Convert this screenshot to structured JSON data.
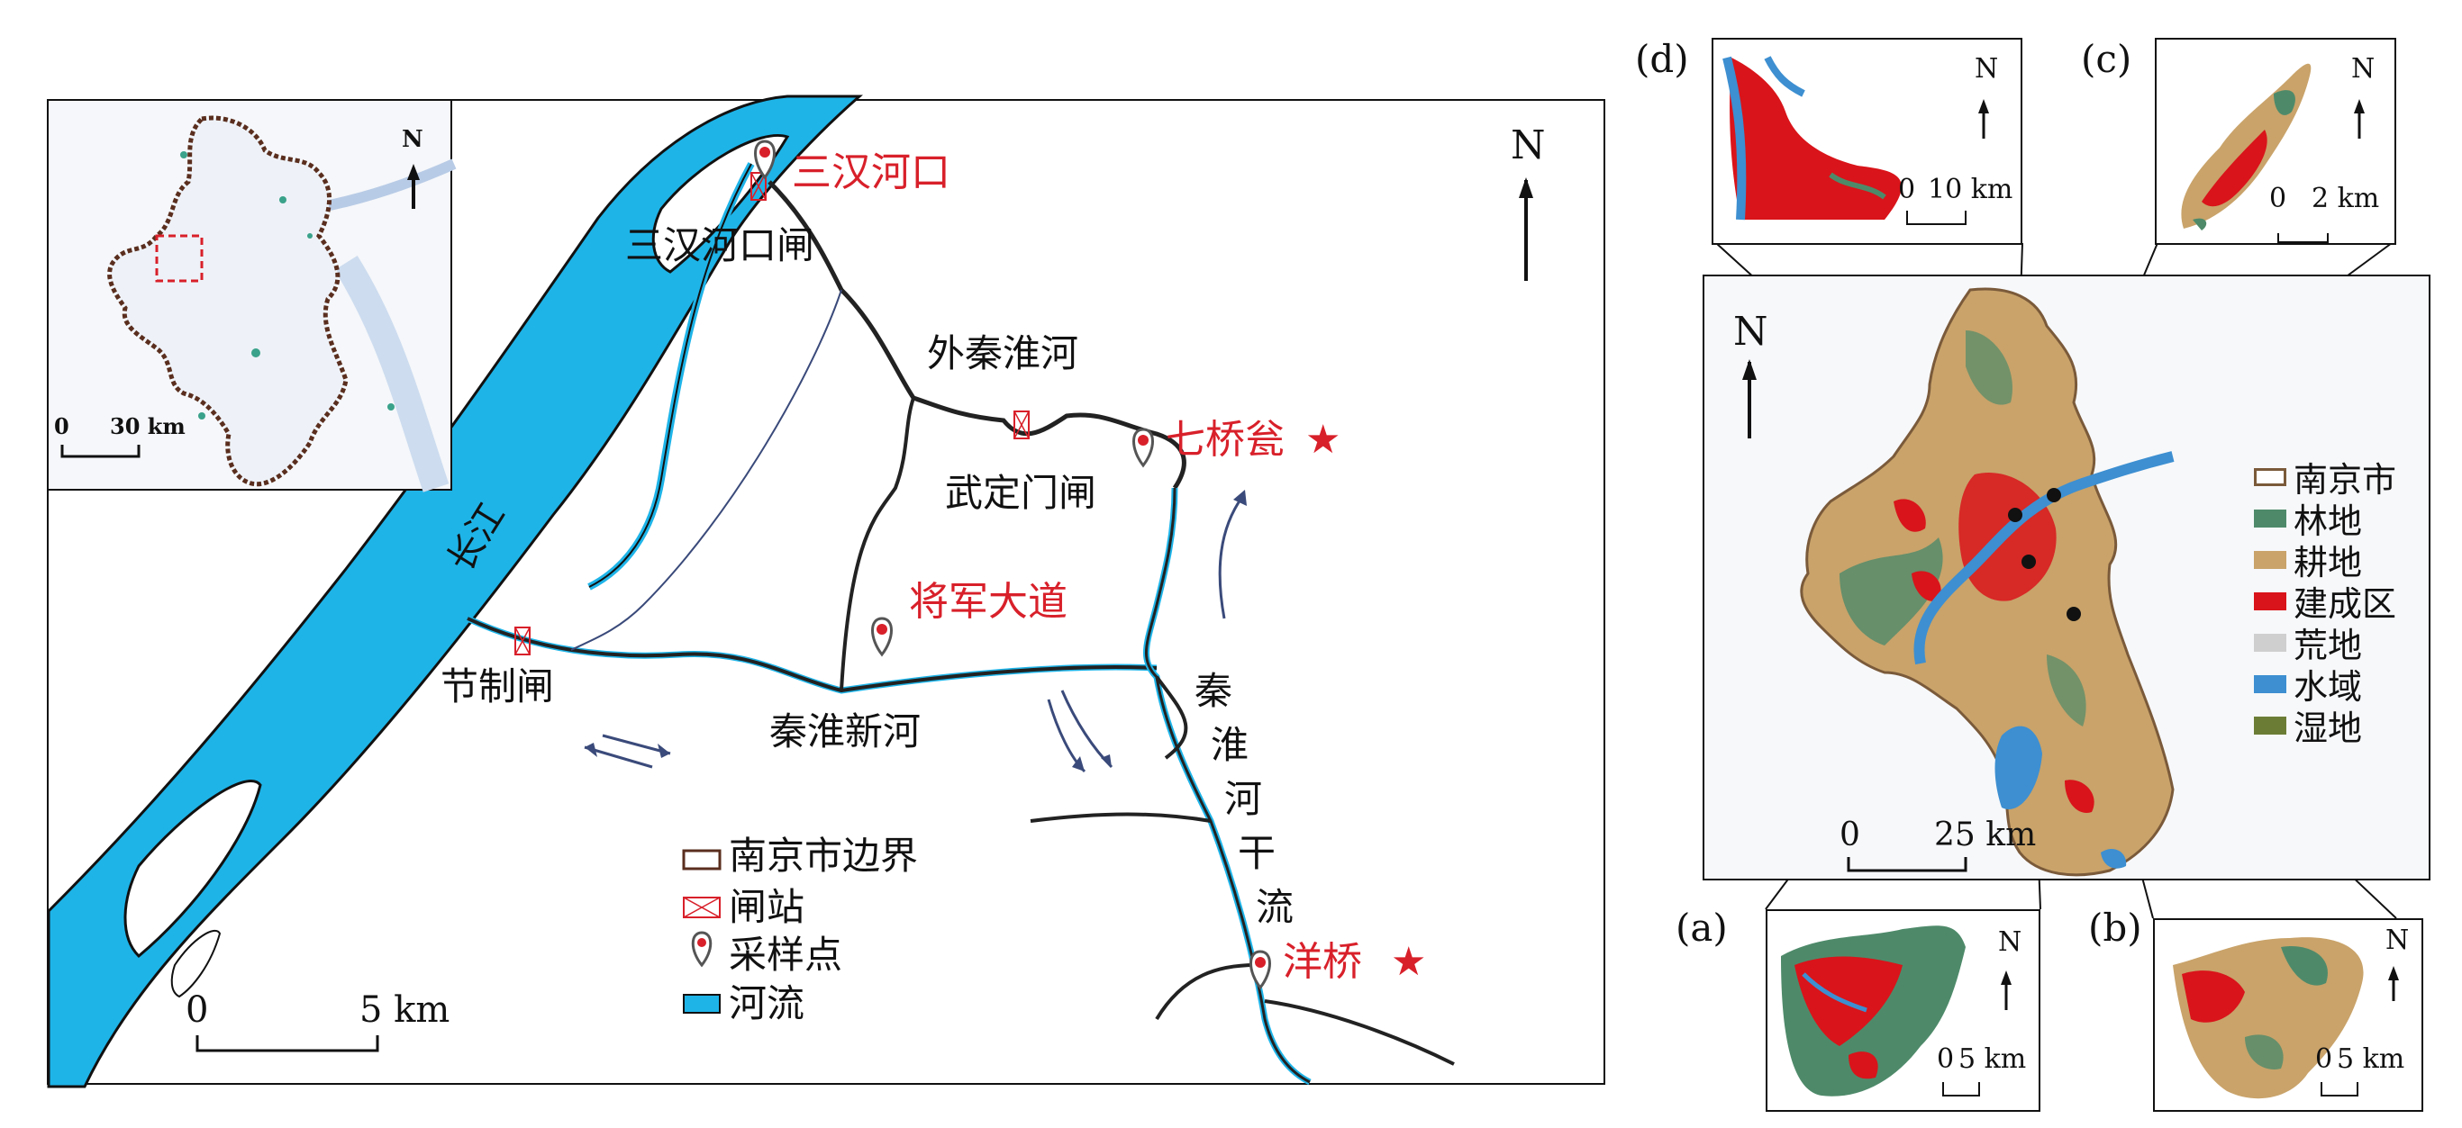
{
  "left_map": {
    "north_label": "N",
    "scale": {
      "start": "0",
      "end": "5 km"
    },
    "places": {
      "sanchahekou": "三汉河口",
      "sanchahekou_gate": "三汉河口闸",
      "wai_qinhuai": "外秦淮河",
      "qiqiaoweng": "七桥瓮",
      "star": "★",
      "wudingmen_gate": "武定门闸",
      "changjiang": "长江",
      "jiangjun_dadao": "将军大道",
      "jiezhi_gate": "节制闸",
      "qinhuai_xinhe": "秦淮新河",
      "yangqiao": "洋桥",
      "qinhuai_main": [
        "秦",
        "淮",
        "河",
        "干",
        "流"
      ]
    },
    "legend": [
      {
        "key": "boundary",
        "label": "南京市边界"
      },
      {
        "key": "gate",
        "label": "闸站"
      },
      {
        "key": "sample",
        "label": "采样点"
      },
      {
        "key": "river",
        "label": "河流"
      }
    ],
    "inset": {
      "north_label": "N",
      "scale": {
        "start": "0",
        "end": "30 km"
      }
    }
  },
  "right_map": {
    "north_label": "N",
    "scale": {
      "start": "0",
      "end": "25 km"
    },
    "legend": [
      {
        "label": "南京市",
        "color": "#ffffff",
        "outline": "#7a5a3a"
      },
      {
        "label": "林地",
        "color": "#4e8a6a"
      },
      {
        "label": "耕地",
        "color": "#c9a36a"
      },
      {
        "label": "建成区",
        "color": "#d9141a"
      },
      {
        "label": "荒地",
        "color": "#cfcfcf"
      },
      {
        "label": "水域",
        "color": "#3d8fd1"
      },
      {
        "label": "湿地",
        "color": "#6b7d35"
      }
    ],
    "insets": {
      "d": {
        "tag": "(d)",
        "north": "N",
        "scale_start": "0",
        "scale_end": "10 km"
      },
      "c": {
        "tag": "(c)",
        "north": "N",
        "scale_start": "0",
        "scale_end": "2 km"
      },
      "a": {
        "tag": "(a)",
        "north": "N",
        "scale_start": "0",
        "scale_end": "5 km"
      },
      "b": {
        "tag": "(b)",
        "north": "N",
        "scale_start": "0",
        "scale_end": "5 km"
      }
    }
  },
  "colors": {
    "river_fill": "#1eb4e8",
    "label_red": "#d8202a",
    "arrow_blue": "#3a4a7a",
    "boundary": "#5a2e1e"
  }
}
